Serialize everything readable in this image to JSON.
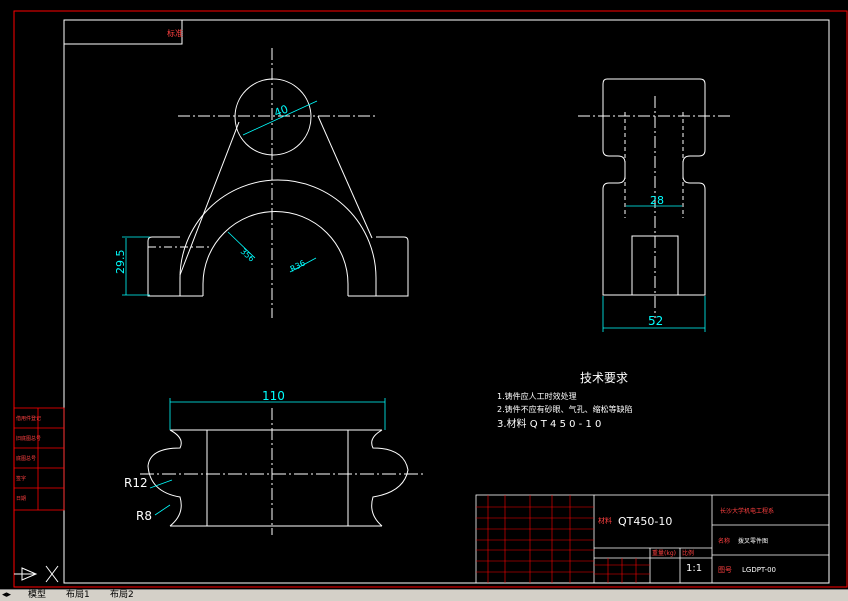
{
  "colors": {
    "background": "#000000",
    "border": "#ff0000",
    "geometry": "#ffffff",
    "dimension": "#00ffff",
    "centerline": "#ffffff",
    "title_text": "#ff4040"
  },
  "drawing": {
    "corner_stamp": "标准",
    "dims": {
      "d40": "40",
      "r56": "356",
      "r36": "R36",
      "h29": "29.5",
      "w28": "28",
      "w52": "52",
      "l110": "110",
      "r12": "R12",
      "r8": "R8"
    },
    "tech": {
      "title": "技术要求",
      "line1": "1.铸件应人工时效处理",
      "line2": "2.铸件不应有砂眼、气孔、缩松等缺陷",
      "line3": "3.材料 Q T 4 5 0 - 1 0"
    },
    "title_block": {
      "material_label": "材料",
      "material_value": "QT450-10",
      "school": "长沙大学机电工程系",
      "name_label": "名称",
      "name_value": "拨叉零件图",
      "scale_label": "比例",
      "scale_value": "1:1",
      "drawing_no_label": "图号",
      "drawing_no_value": "LGDPT-00",
      "weight_label": "重量(kg)"
    },
    "left_strip": [
      "借用件登记",
      "旧底图总号",
      "底图总号",
      "签字",
      "日期"
    ]
  },
  "tabs": {
    "model": "模型",
    "layout1": "布局1",
    "layout2": "布局2"
  },
  "icons": {
    "ucs": "ucs-icon",
    "nav": "tab-nav-arrows-icon"
  }
}
